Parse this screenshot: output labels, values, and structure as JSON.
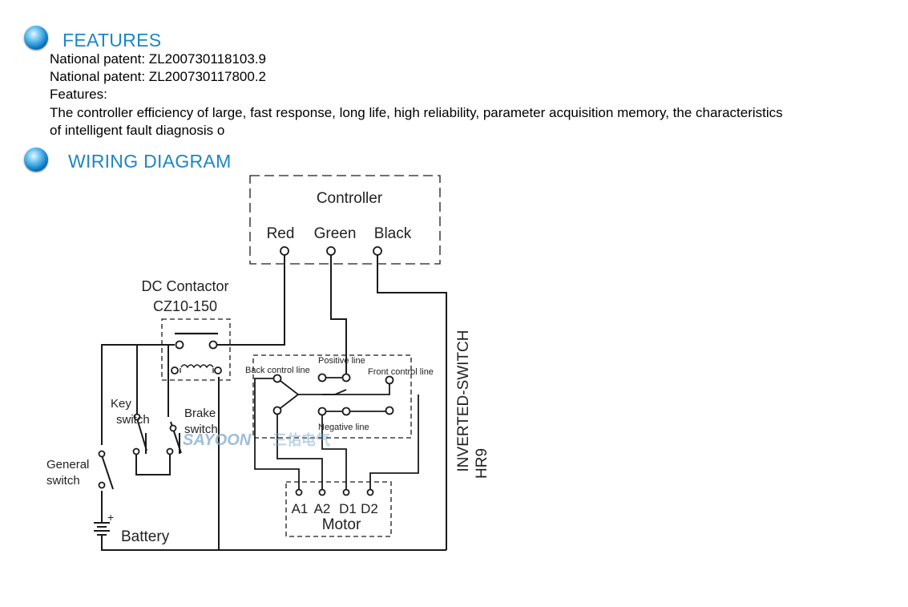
{
  "features": {
    "title": "FEATURES",
    "lines": [
      "National patent: ZL200730118103.9",
      "National patent: ZL200730117800.2",
      "Features:",
      "The controller efficiency of large, fast response, long life, high reliability, parameter acquisition memory, the characteristics",
      "of intelligent fault diagnosis o"
    ]
  },
  "wiring": {
    "title": "WIRING DIAGRAM",
    "controller": {
      "label": "Controller",
      "terminals": [
        "Red",
        "Green",
        "Black"
      ]
    },
    "contactor": {
      "line1": "DC Contactor",
      "line2": "CZ10-150"
    },
    "switch_labels": {
      "key_1": "Key",
      "key_2": "switch",
      "brake_1": "Brake",
      "brake_2": "switch",
      "general_1": "General",
      "general_2": "switch"
    },
    "battery": "Battery",
    "battery_plus": "+",
    "inverter_labels": {
      "positive": "Positive line",
      "back": "Back control line",
      "front": "Front control line",
      "negative": "Negative line"
    },
    "inverted_switch": {
      "line1": "INVERTED-SWITCH",
      "line2": "HR9"
    },
    "motor": {
      "label": "Motor",
      "terminals": [
        "A1",
        "A2",
        "D1",
        "D2"
      ]
    },
    "watermark": {
      "brand": "SAYOON",
      "cn": "三佑电气",
      "color": "#7fa8cf"
    }
  }
}
